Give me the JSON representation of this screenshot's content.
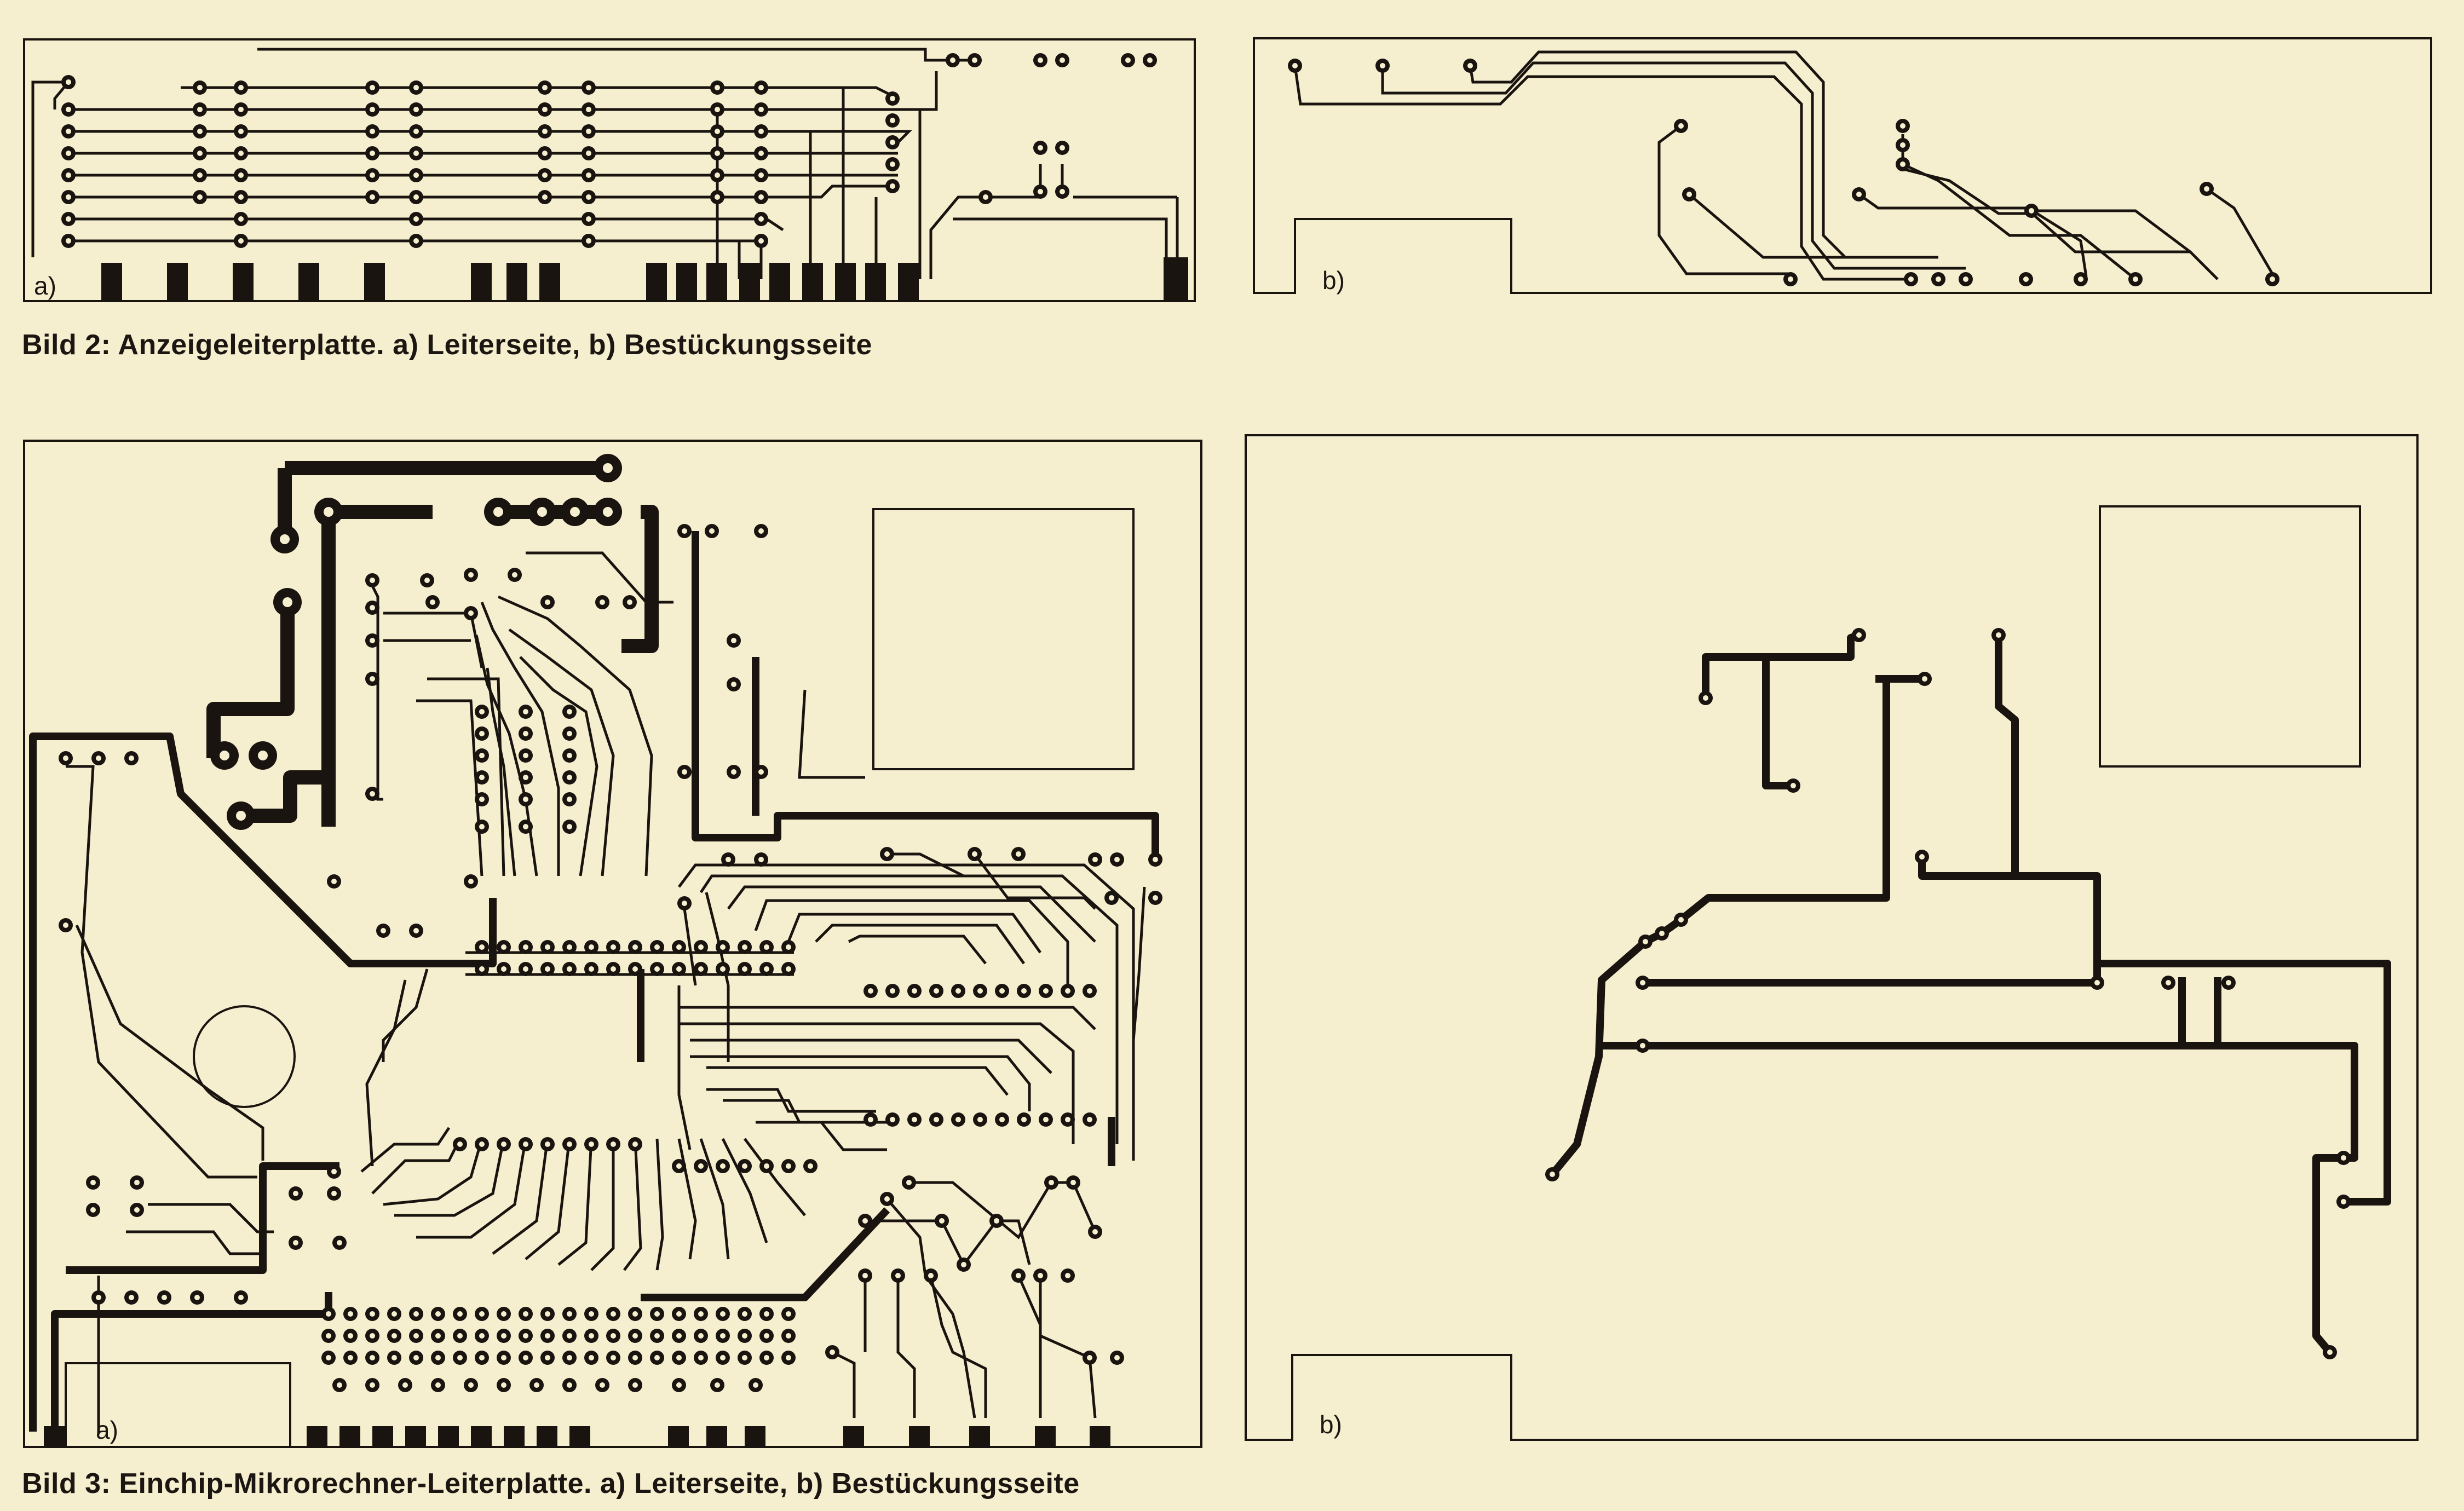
{
  "figures": {
    "bild2": {
      "caption": "Bild 2: Anzeigeleiterplatte. a) Leiterseite, b) Bestückungsseite",
      "panel_a_label": "a)",
      "panel_b_label": "b)"
    },
    "bild3": {
      "caption": "Bild 3: Einchip-Mikrorechner-Leiterplatte. a) Leiterseite, b) Bestückungsseite",
      "panel_a_label": "a)",
      "panel_b_label": "b)"
    }
  },
  "colors": {
    "paper": "#f6efcf",
    "ink": "#1a1410"
  }
}
